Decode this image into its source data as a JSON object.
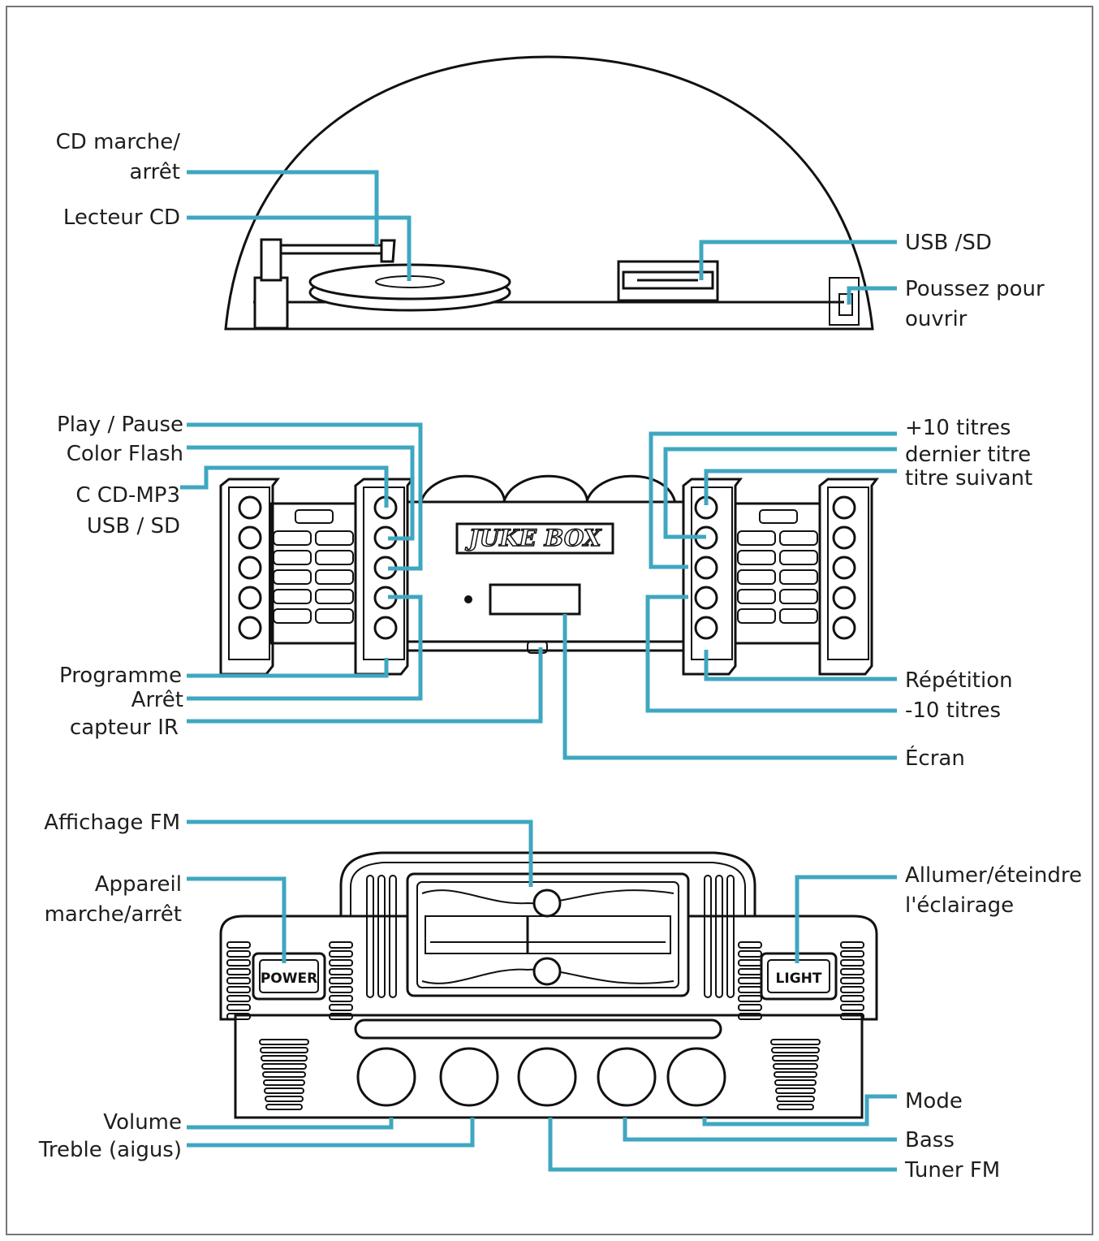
{
  "colors": {
    "leader": "#3fa7c0",
    "ink": "#111111",
    "background": "#ffffff"
  },
  "section_top": {
    "labels": {
      "cd_power_1": "CD marche/",
      "cd_power_2": "arrêt",
      "cd_player": "Lecteur CD",
      "usb_sd": "USB /SD",
      "push_open_1": "Poussez pour",
      "push_open_2": "ouvrir"
    }
  },
  "section_middle": {
    "display_text": "JUKE BOX",
    "labels": {
      "play_pause": "Play / Pause",
      "color_flash": "Color Flash",
      "source_1": "C CD-MP3",
      "source_2": "USB / SD",
      "program": "Programme",
      "stop": "Arrêt",
      "ir_sensor": "capteur IR",
      "plus10": "+10 titres",
      "last_track": "dernier titre",
      "next_track": "titre suivant",
      "repeat": "Répétition",
      "minus10": "-10 titres",
      "screen": "Écran"
    }
  },
  "section_bottom": {
    "power_button": "POWER",
    "light_button": "LIGHT",
    "labels": {
      "fm_display": "Affichage FM",
      "device_power_1": "Appareil",
      "device_power_2": "marche/arrêt",
      "light_toggle_1": "Allumer/éteindre",
      "light_toggle_2": "l'éclairage",
      "volume": "Volume",
      "treble": "Treble (aigus)",
      "mode": "Mode",
      "bass": "Bass",
      "tuner": "Tuner FM"
    }
  }
}
